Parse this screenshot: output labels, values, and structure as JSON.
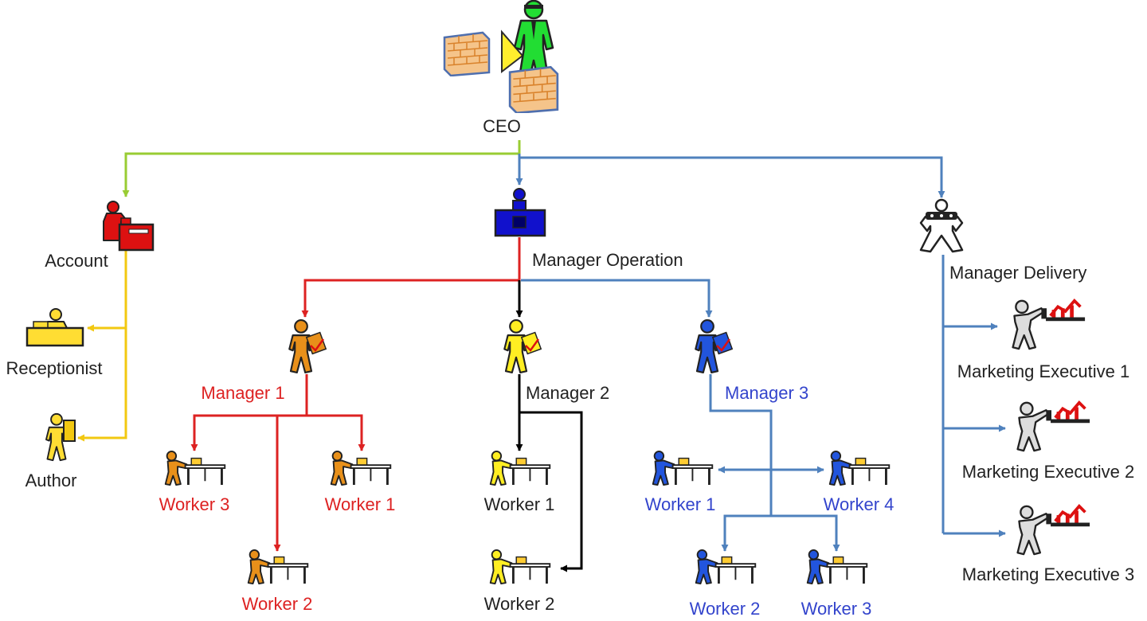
{
  "colors": {
    "green": "#99cc33",
    "blue": "#4f81bd",
    "red": "#dd2222",
    "black": "#000000",
    "yellow": "#f2c811",
    "orange": "#e8901a",
    "figure_yellow": "#ffee22",
    "figure_blue": "#2255dd",
    "figure_green": "#22dd33",
    "figure_grey": "#dddddd",
    "desk_yellow": "#ffdd33",
    "account_red": "#dd1111",
    "label_black": "#222222",
    "label_red": "#dd2222",
    "label_blue": "#3344cc"
  },
  "nodes": {
    "ceo": "CEO",
    "account": "Account",
    "receptionist": "Receptionist",
    "author": "Author",
    "manager_operation": "Manager Operation",
    "manager_delivery": "Manager Delivery",
    "manager1": "Manager 1",
    "manager2": "Manager 2",
    "manager3": "Manager 3",
    "m1_worker3": "Worker 3",
    "m1_worker1": "Worker 1",
    "m1_worker2": "Worker 2",
    "m2_worker1": "Worker 1",
    "m2_worker2": "Worker 2",
    "m3_worker1": "Worker 1",
    "m3_worker4": "Worker 4",
    "m3_worker2": "Worker 2",
    "m3_worker3": "Worker 3",
    "mkt_exec1": "Marketing Executive 1",
    "mkt_exec2": "Marketing Executive 2",
    "mkt_exec3": "Marketing Executive 3"
  },
  "icons": {
    "ceo": "businessman-firewall-icon",
    "account": "accountant-desk-icon",
    "receptionist": "receptionist-desk-icon",
    "author": "author-walking-icon",
    "manager_operation": "operations-manager-icon",
    "manager_delivery": "delivery-manager-icon",
    "manager": "manager-clipboard-icon",
    "worker": "worker-at-desk-icon",
    "marketing_executive": "presenter-chart-icon"
  }
}
